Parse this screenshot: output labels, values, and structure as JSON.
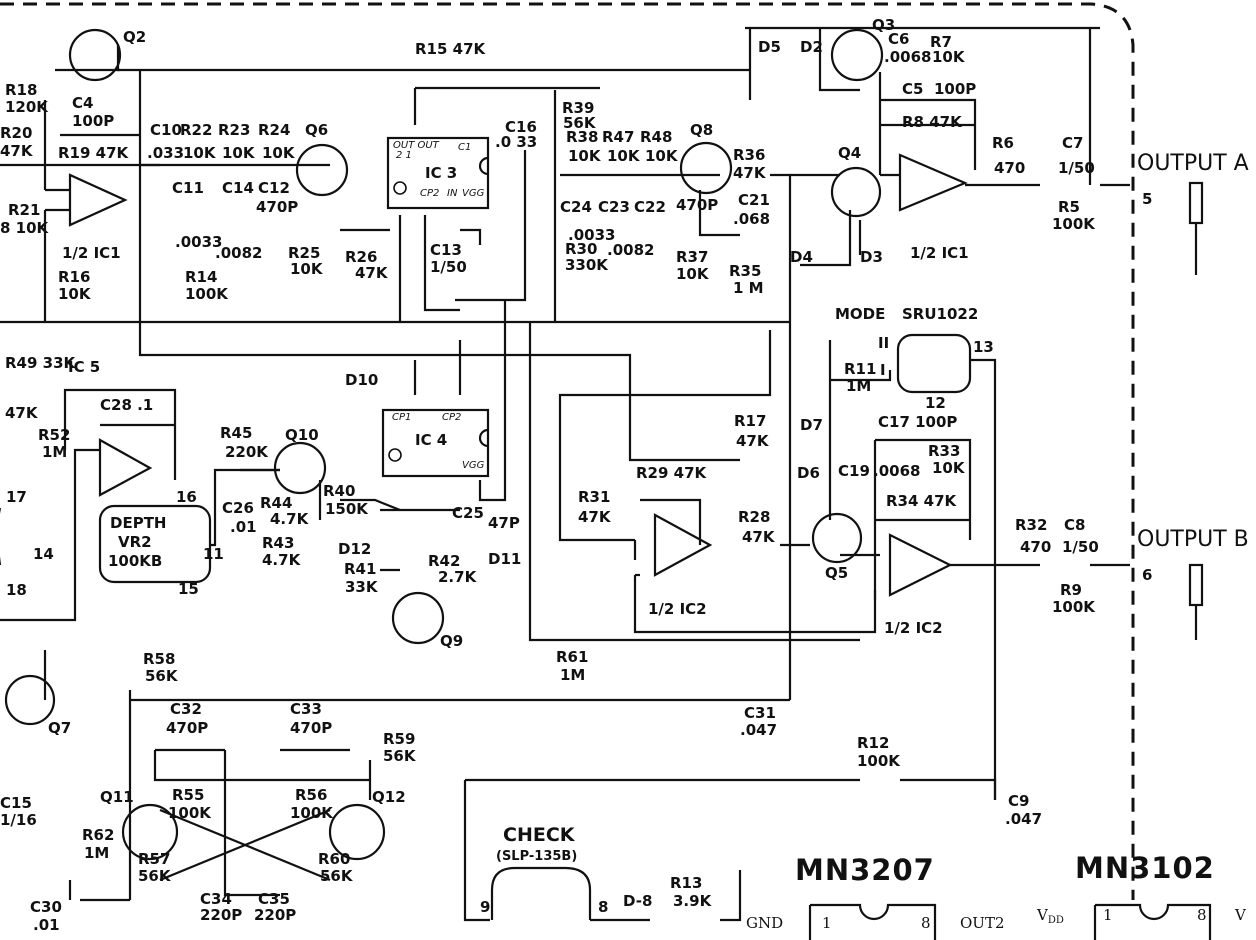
{
  "outputs": {
    "a": "OUTPUT A",
    "b": "OUTPUT B",
    "a_pin": "5",
    "b_pin": "6"
  },
  "chips": {
    "left": "MN3207",
    "right": "MN3102",
    "gnd": "GND",
    "out2": "OUT2",
    "pin1": "1",
    "pin8": "8",
    "vdd": "V",
    "vdd_sub": "DD",
    "vc": "V"
  },
  "check": {
    "title": "CHECK",
    "part": "(SLP-135B)",
    "pin9": "9",
    "pin8": "8"
  },
  "mode": {
    "label": "MODE",
    "switch": "SRU1022",
    "pos1": "I",
    "pos2": "II",
    "pin12": "12",
    "pin13": "13"
  },
  "depth": {
    "line1": "DEPTH",
    "line2": "VR2",
    "line3": "100KB",
    "p11": "11",
    "p14": "14",
    "p15": "15",
    "p16": "16",
    "p18": "18",
    "p17": "17"
  },
  "ics": {
    "ic1a": "1/2 IC1",
    "ic1b": "1/2 IC1",
    "ic2a": "1/2  IC2",
    "ic2b": "1/2  IC2",
    "ic3": "IC 3",
    "ic4": "IC 4",
    "ic5": "IC 5"
  },
  "ic_pins": {
    "ic3_outout": "OUT OUT",
    "ic3_21": "2     1",
    "ic3_cp2": "CP2",
    "ic3_in": "IN",
    "ic3_vgg": "VGG",
    "ic3_c1": "C1",
    "ic4_cp1": "CP1",
    "ic4_cp2": "CP2",
    "ic4_vgg": "VGG"
  },
  "transistors": {
    "q2": "Q2",
    "q3": "Q3",
    "q4": "Q4",
    "q5": "Q5",
    "q6": "Q6",
    "q7": "Q7",
    "q8": "Q8",
    "q9": "Q9",
    "q10": "Q10",
    "q11": "Q11",
    "q12": "Q12"
  },
  "diodes": {
    "d2": "D2",
    "d3": "D3",
    "d4": "D4",
    "d5": "D5",
    "d6": "D6",
    "d7": "D7",
    "d8": "D-8",
    "d10": "D10",
    "d11": "D11",
    "d12": "D12"
  },
  "resistors": [
    {
      "ref": "R15 47K"
    },
    {
      "ref": "R18"
    },
    {
      "ref": "120K"
    },
    {
      "ref": "R20"
    },
    {
      "ref": "47K"
    },
    {
      "ref": "R19 47K"
    },
    {
      "ref": "R21"
    },
    {
      "ref": "8 10K"
    },
    {
      "ref": "R16"
    },
    {
      "ref": "10K"
    },
    {
      "ref": "R22"
    },
    {
      "ref": "R23"
    },
    {
      "ref": "R24"
    },
    {
      "ref": "10K"
    },
    {
      "ref": "10K"
    },
    {
      "ref": "10K"
    },
    {
      "ref": "R25"
    },
    {
      "ref": "10K"
    },
    {
      "ref": "R26"
    },
    {
      "ref": "47K"
    },
    {
      "ref": "R14"
    },
    {
      "ref": "100K"
    },
    {
      "ref": "R39"
    },
    {
      "ref": "56K"
    },
    {
      "ref": "R38"
    },
    {
      "ref": "R47"
    },
    {
      "ref": "R48"
    },
    {
      "ref": "10K"
    },
    {
      "ref": "10K"
    },
    {
      "ref": "10K"
    },
    {
      "ref": "R30"
    },
    {
      "ref": "330K"
    },
    {
      "ref": "R37"
    },
    {
      "ref": "10K"
    },
    {
      "ref": "R35"
    },
    {
      "ref": "1 M"
    },
    {
      "ref": "R36"
    },
    {
      "ref": "47K"
    },
    {
      "ref": "R7"
    },
    {
      "ref": "10K"
    },
    {
      "ref": "R8 47K"
    },
    {
      "ref": "R6"
    },
    {
      "ref": "470"
    },
    {
      "ref": "R5"
    },
    {
      "ref": "100K"
    },
    {
      "ref": "R11"
    },
    {
      "ref": "1M"
    },
    {
      "ref": "R17"
    },
    {
      "ref": "47K"
    },
    {
      "ref": "R29 47K"
    },
    {
      "ref": "R31"
    },
    {
      "ref": "47K"
    },
    {
      "ref": "R28"
    },
    {
      "ref": "47K"
    },
    {
      "ref": "R33"
    },
    {
      "ref": "10K"
    },
    {
      "ref": "R34  47K"
    },
    {
      "ref": "R32"
    },
    {
      "ref": "470"
    },
    {
      "ref": "R9"
    },
    {
      "ref": "100K"
    },
    {
      "ref": "R49 33K"
    },
    {
      "ref": "R52"
    },
    {
      "ref": "1M"
    },
    {
      "ref": "R45"
    },
    {
      "ref": "220K"
    },
    {
      "ref": "R44"
    },
    {
      "ref": "4.7K"
    },
    {
      "ref": "R43"
    },
    {
      "ref": "4.7K"
    },
    {
      "ref": "R40"
    },
    {
      "ref": "150K"
    },
    {
      "ref": "R41"
    },
    {
      "ref": "33K"
    },
    {
      "ref": "R42"
    },
    {
      "ref": "2.7K"
    },
    {
      "ref": "R58"
    },
    {
      "ref": "56K"
    },
    {
      "ref": "R61"
    },
    {
      "ref": "1M"
    },
    {
      "ref": "R55"
    },
    {
      "ref": "100K"
    },
    {
      "ref": "R56"
    },
    {
      "ref": "100K"
    },
    {
      "ref": "R57"
    },
    {
      "ref": "56K"
    },
    {
      "ref": "R59"
    },
    {
      "ref": "56K"
    },
    {
      "ref": "R60"
    },
    {
      "ref": "56K"
    },
    {
      "ref": "R62"
    },
    {
      "ref": "1M"
    },
    {
      "ref": "R12"
    },
    {
      "ref": "100K"
    },
    {
      "ref": "R13"
    },
    {
      "ref": "3.9K"
    },
    {
      "ref": "47K"
    }
  ],
  "capacitors": [
    {
      "ref": "C4"
    },
    {
      "ref": "100P"
    },
    {
      "ref": "C10"
    },
    {
      "ref": ".033"
    },
    {
      "ref": "C11"
    },
    {
      "ref": "C14"
    },
    {
      "ref": "C12"
    },
    {
      "ref": "470P"
    },
    {
      "ref": ".0033"
    },
    {
      "ref": ".0082"
    },
    {
      "ref": "C13"
    },
    {
      "ref": "1/50"
    },
    {
      "ref": "C16"
    },
    {
      "ref": ".0 33"
    },
    {
      "ref": "C24"
    },
    {
      "ref": "C23"
    },
    {
      "ref": "C22"
    },
    {
      "ref": "470P"
    },
    {
      "ref": ".0033"
    },
    {
      "ref": ".0082"
    },
    {
      "ref": "C21"
    },
    {
      "ref": ".068"
    },
    {
      "ref": "C6"
    },
    {
      "ref": ".0068"
    },
    {
      "ref": "C5"
    },
    {
      "ref": "100P"
    },
    {
      "ref": "C7"
    },
    {
      "ref": "1/50"
    },
    {
      "ref": "C17 100P"
    },
    {
      "ref": "C19"
    },
    {
      "ref": ".0068"
    },
    {
      "ref": "C8"
    },
    {
      "ref": "1/50"
    },
    {
      "ref": "C28  .1"
    },
    {
      "ref": "C26"
    },
    {
      "ref": ".01"
    },
    {
      "ref": "C25"
    },
    {
      "ref": "47P"
    },
    {
      "ref": "C32"
    },
    {
      "ref": "470P"
    },
    {
      "ref": "C33"
    },
    {
      "ref": "470P"
    },
    {
      "ref": "C31"
    },
    {
      "ref": ".047"
    },
    {
      "ref": "C9"
    },
    {
      "ref": ".047"
    },
    {
      "ref": "C34"
    },
    {
      "ref": "220P"
    },
    {
      "ref": "C35"
    },
    {
      "ref": "220P"
    },
    {
      "ref": "C15"
    },
    {
      "ref": "1/16"
    },
    {
      "ref": "C30"
    },
    {
      "ref": ".01"
    }
  ]
}
